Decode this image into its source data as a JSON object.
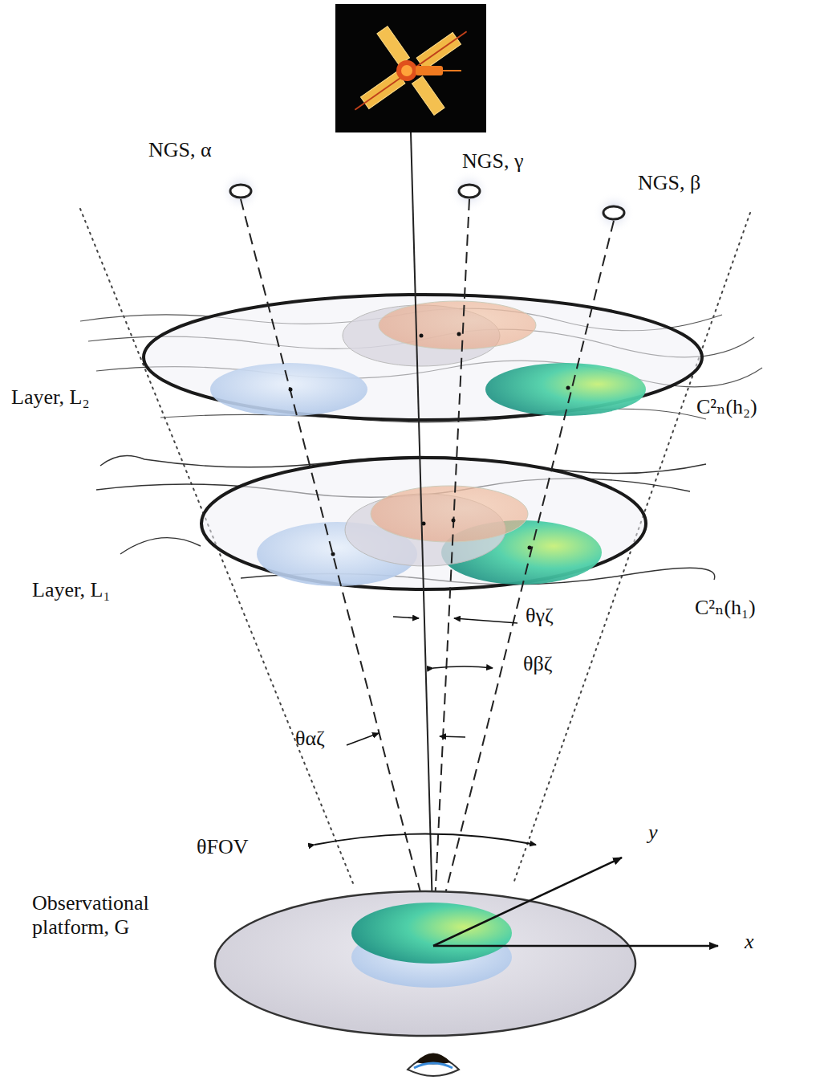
{
  "diagram": {
    "labels": [
      "NGS, α",
      "NGS, γ",
      "NGS, β",
      "Layer, L₂",
      "C²ₙ(h₂)",
      "Layer, L₁",
      "C²ₙ(h₁)",
      "θγζ",
      "θβζ",
      "θαζ",
      "θFOV",
      "Observational platform, G",
      "y",
      "x"
    ]
  }
}
